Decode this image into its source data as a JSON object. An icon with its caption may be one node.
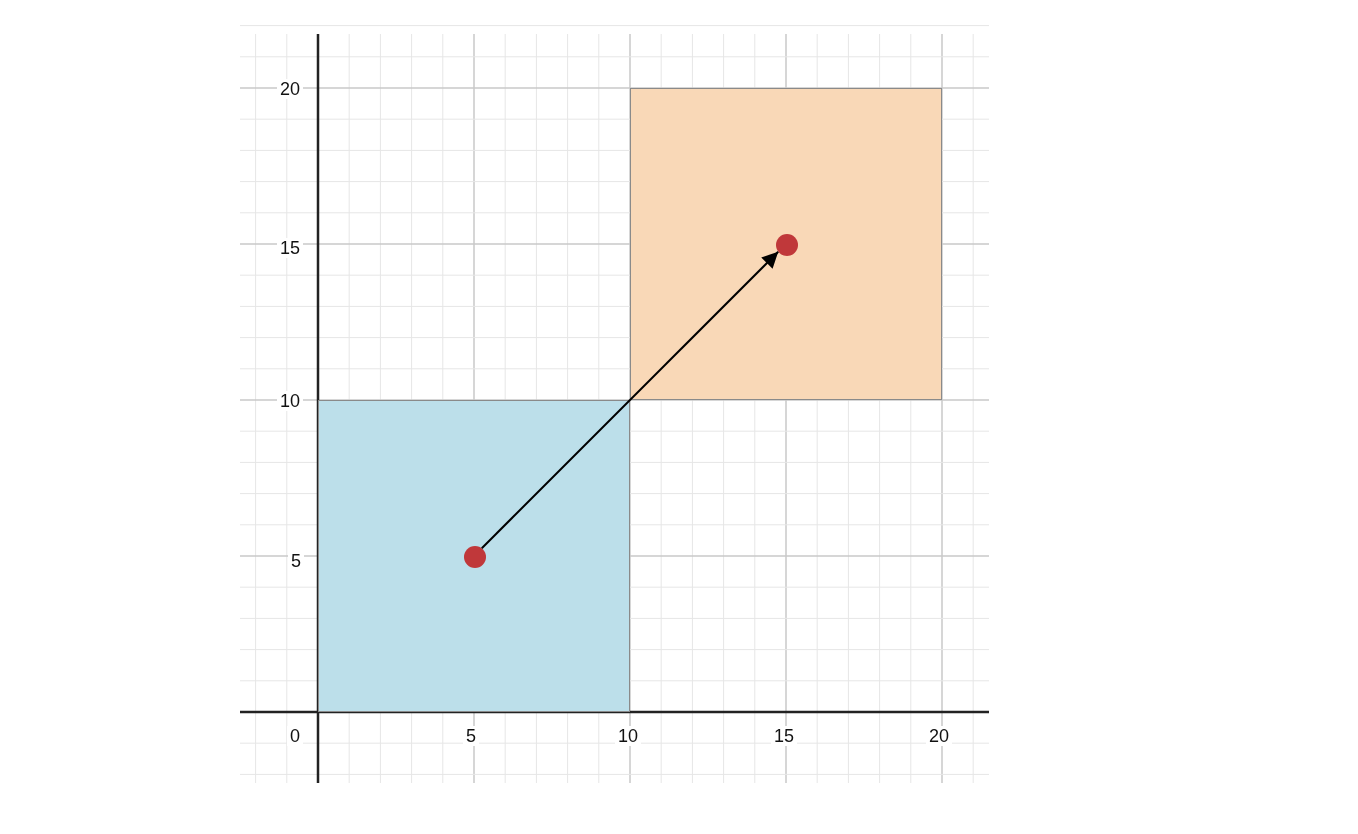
{
  "diagram": {
    "nodes": [
      {
        "text": [],
        "shape": "box"
      },
      {
        "text": [],
        "shape": "box"
      },
      {
        "text": [],
        "shape": "circle",
        "in": 0
      },
      {
        "text": [],
        "shape": "circle",
        "in": 1
      }
    ],
    "edges": [
      {
        "from": 2,
        "to": 3,
        "arrow": "to"
      }
    ],
    "labels": [
      "20",
      "15",
      "10",
      "5",
      "0",
      "5",
      "10",
      "15",
      "20"
    ]
  }
}
